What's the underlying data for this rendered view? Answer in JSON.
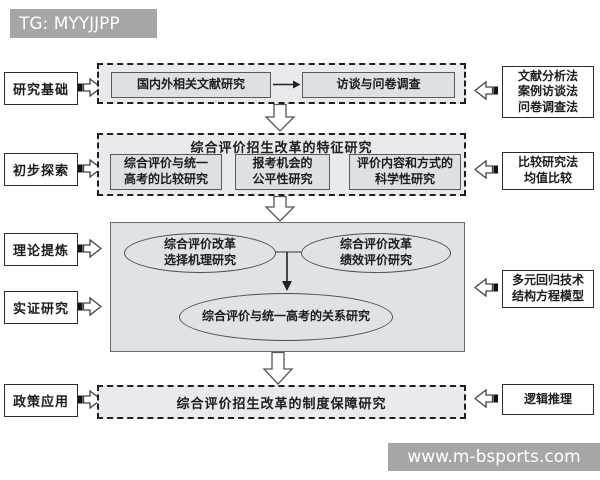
{
  "watermarks": {
    "top": "TG: MYYJJPP",
    "bottom": "www.m-bsports.com"
  },
  "stages": [
    {
      "label": "研究基础"
    },
    {
      "label": "初步探索"
    },
    {
      "label": "理论提炼"
    },
    {
      "label": "实证研究"
    },
    {
      "label": "政策应用"
    }
  ],
  "methods": [
    {
      "lines": [
        "文献分析法",
        "案例访谈法",
        "问卷调查法"
      ]
    },
    {
      "lines": [
        "比较研究法",
        "均值比较"
      ]
    },
    {
      "lines": [
        "多元回归技术",
        "结构方程模型"
      ]
    },
    {
      "lines": [
        "逻辑推理"
      ]
    }
  ],
  "flow": {
    "row1": {
      "literature_box": "国内外相关文献研究",
      "survey_box": "访谈与问卷调查"
    },
    "row2": {
      "title": "综合评价招生改革的特征研究",
      "boxes": [
        {
          "lines": [
            "综合评价与统一",
            "高考的比较研究"
          ]
        },
        {
          "lines": [
            "报考机会的",
            "公平性研究"
          ]
        },
        {
          "lines": [
            "评价内容和方式的",
            "科学性研究"
          ]
        }
      ]
    },
    "row3": {
      "ellipse_left": {
        "lines": [
          "综合评价改革",
          "选择机理研究"
        ]
      },
      "ellipse_right": {
        "lines": [
          "综合评价改革",
          "绩效评价研究"
        ]
      },
      "ellipse_bottom": "综合评价与统一高考的关系研究"
    },
    "row4": {
      "box": "综合评价招生改革的制度保障研究"
    }
  },
  "colors": {
    "watermark_bg": "#a6a6a6",
    "box_fill": "#dde0e5",
    "panel_fill": "#e8eaed",
    "border": "#1f1f1f",
    "background": "#ffffff"
  }
}
